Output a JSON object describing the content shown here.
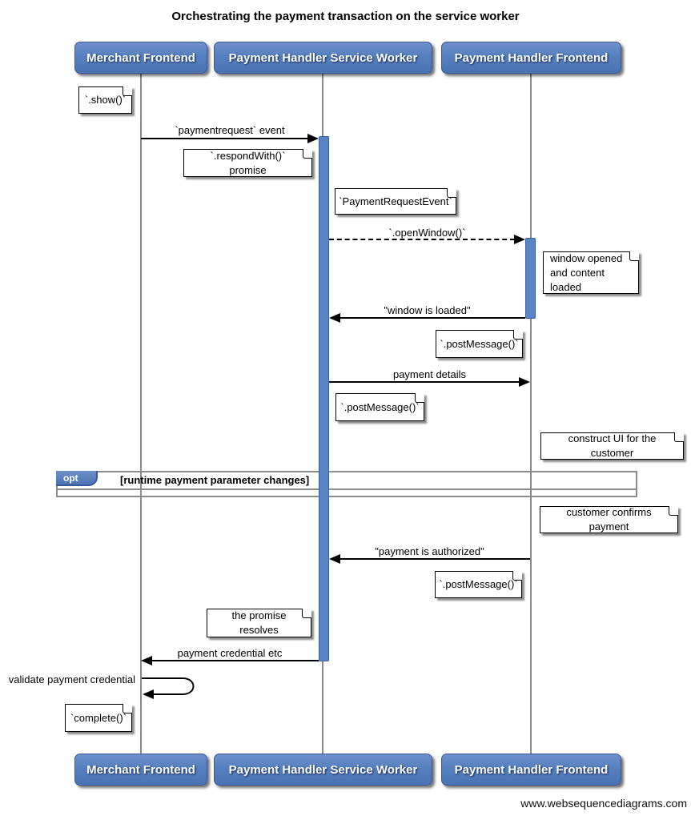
{
  "title": "Orchestrating the payment transaction on the service worker",
  "watermark": "www.websequencediagrams.com",
  "actors": {
    "merchant": "Merchant Frontend",
    "service_worker": "Payment Handler Service Worker",
    "frontend": "Payment Handler Frontend"
  },
  "messages": {
    "payment_request": "`paymentrequest` event",
    "open_window": "`.openWindow()`",
    "window_loaded": "\"window is loaded\"",
    "payment_details": "payment details",
    "payment_authorized": "\"payment is authorized\"",
    "payment_credential": "payment credential etc",
    "validate_credential": "validate payment credential"
  },
  "notes": {
    "show": "`.show()`",
    "respond_with": "`.respondWith()` promise",
    "payment_request_event": "`PaymentRequestEvent`",
    "window_opened": "window opened\nand content loaded",
    "post_message_1": "`.postMessage()`",
    "post_message_2": "`.postMessage()`",
    "construct_ui": "construct UI for the customer",
    "customer_confirms": "customer confirms payment",
    "post_message_3": "`.postMessage()`",
    "promise_resolves": "the promise resolves",
    "complete": "`complete()`"
  },
  "fragment": {
    "operator": "opt",
    "condition": "[runtime payment parameter changes]"
  },
  "colors": {
    "actor_fill": "#5580bf",
    "actor_border": "#39589b",
    "activation_fill": "#5b84c6",
    "lifeline": "#8a8a8a",
    "fragment_border": "#8c8c8c",
    "note_fill": "#ffffff",
    "text": "#000000"
  }
}
